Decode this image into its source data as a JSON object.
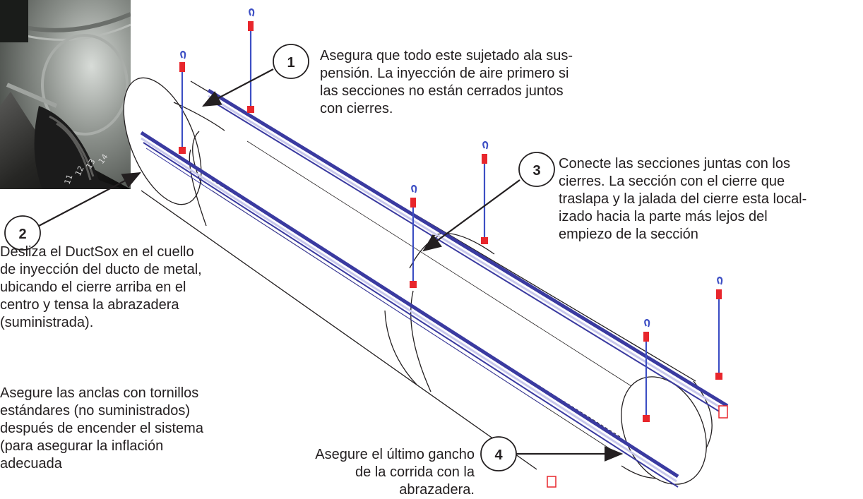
{
  "callouts": [
    {
      "number": "1",
      "text": "Asegura que todo este sujetado ala sus-\npensión. La inyección de aire primero si\nlas secciones no están cerrados juntos\ncon cierres."
    },
    {
      "number": "2",
      "text": " Desliza el DuctSox en el cuello\nde inyección del ducto de metal,\nubicando el cierre arriba en el\ncentro y tensa la abrazadera\n(suministrada)."
    },
    {
      "number": "3",
      "text": "Conecte las secciones juntas con los\ncierres.  La sección con el cierre que\ntraslapa y la jalada del cierre esta local-\nizado hacia la parte más lejos del\nempiezo de la sección"
    },
    {
      "number": "4",
      "text": "Asegure el último gancho\nde la corrida con la\nabrazadera."
    }
  ],
  "note": "Asegure las anclas con tornillos\nestándares (no suministrados)\ndespués de encender el sistema\n(para asegurar la inflación\nadecuada",
  "photo": {
    "subject": "drill",
    "dial_numbers": [
      "11",
      "12",
      "13",
      "14"
    ]
  },
  "colors": {
    "rail": "#3a3aa0",
    "rail_light": "#c8c8ec",
    "hanger": "#3d4fc4",
    "clip": "#e8262c",
    "ink": "#231f20"
  }
}
